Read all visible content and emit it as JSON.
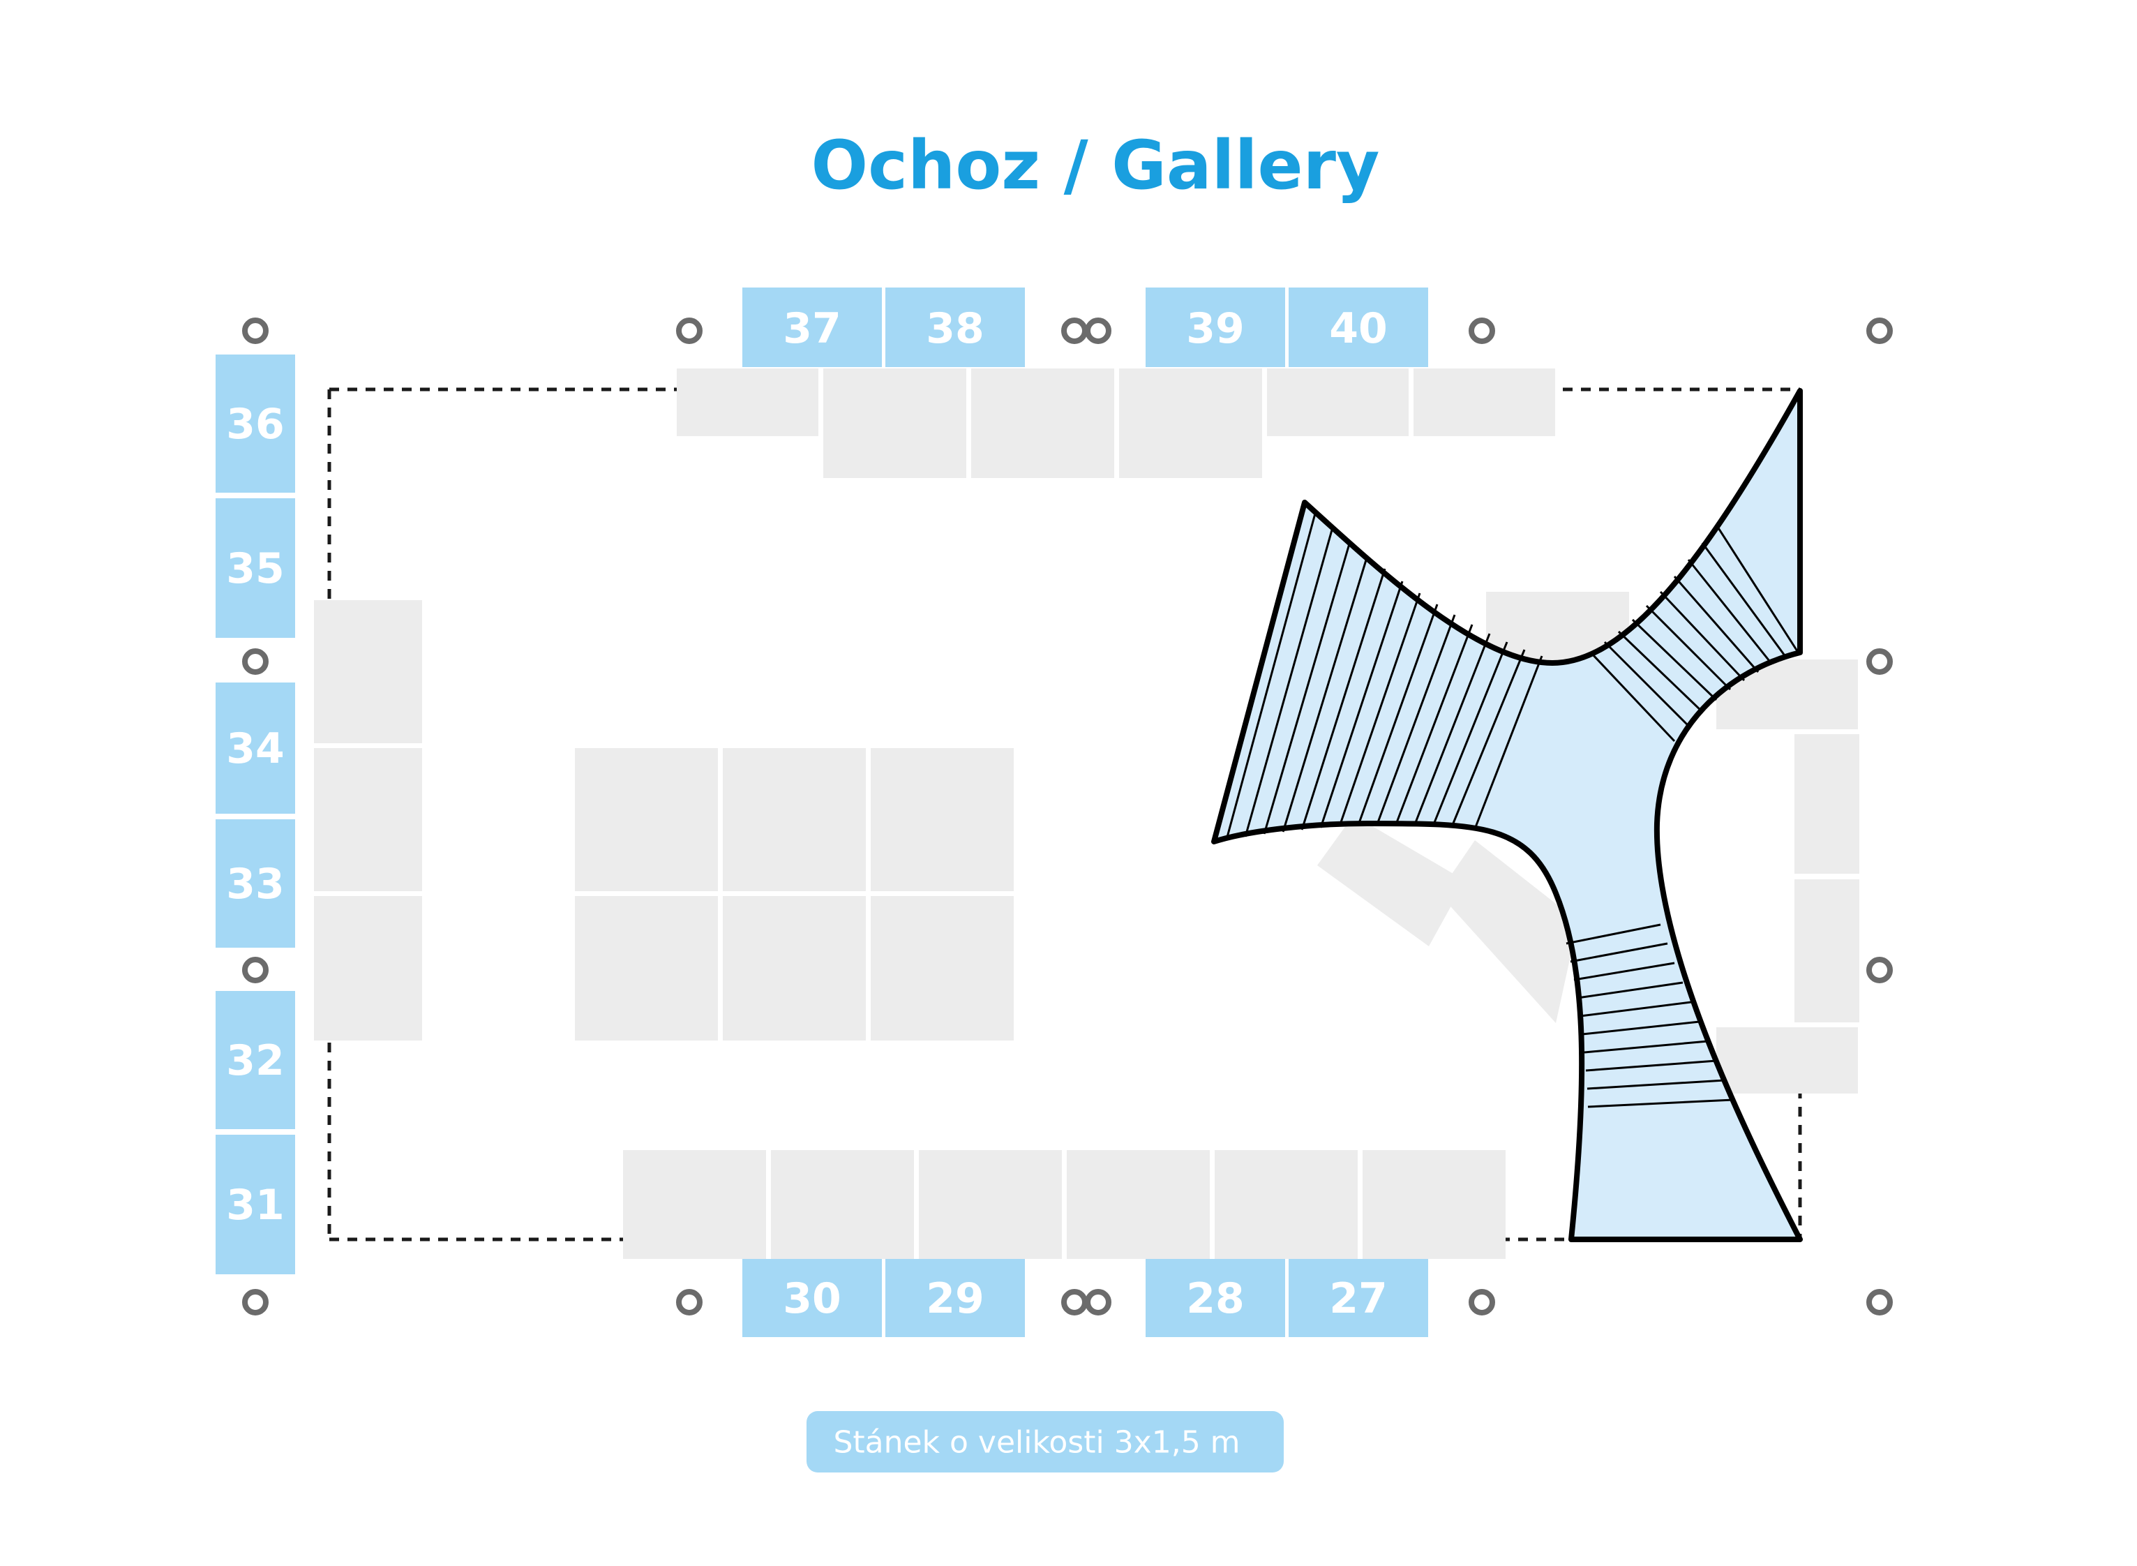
{
  "title": "Ochoz / Gallery",
  "legend": {
    "label": "Stánek o velikosti 3x1,5 m"
  },
  "booths": [
    {
      "number": "27"
    },
    {
      "number": "28"
    },
    {
      "number": "29"
    },
    {
      "number": "30"
    },
    {
      "number": "31"
    },
    {
      "number": "32"
    },
    {
      "number": "33"
    },
    {
      "number": "34"
    },
    {
      "number": "35"
    },
    {
      "number": "36"
    },
    {
      "number": "37"
    },
    {
      "number": "38"
    },
    {
      "number": "39"
    },
    {
      "number": "40"
    }
  ],
  "colors": {
    "title": "#1a9fdf",
    "booth": "#a4d8f5",
    "booth_text": "#ffffff",
    "other_stand": "#ececec",
    "stair_fill": "#d5ebfa",
    "outline": "#000000",
    "column": "#6b6b6b"
  },
  "icons": {
    "column": "column-marker-icon",
    "staircase": "staircase-icon"
  }
}
